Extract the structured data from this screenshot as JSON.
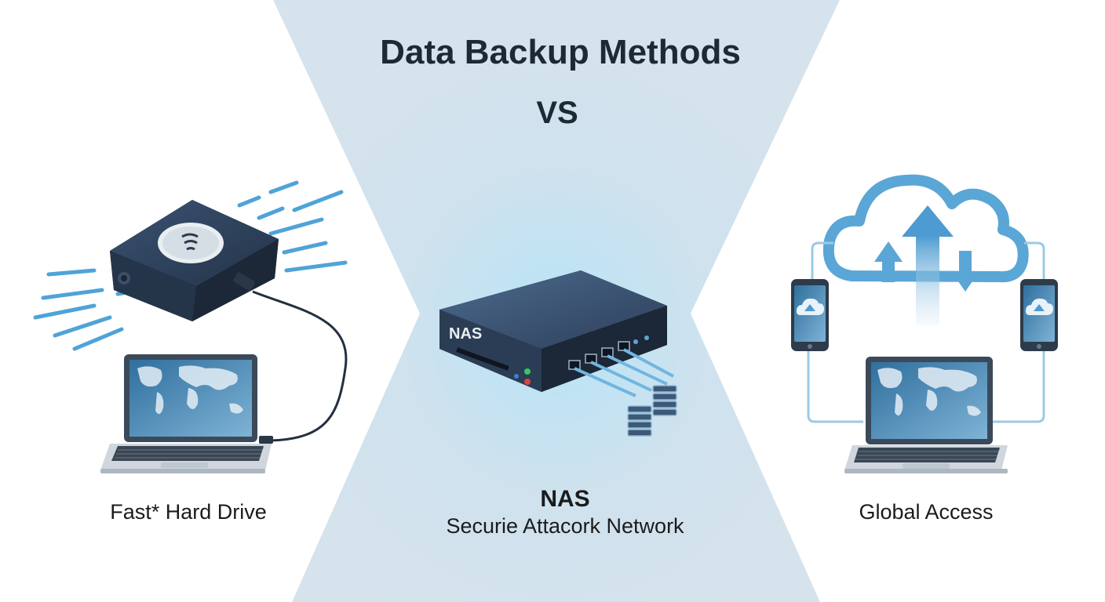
{
  "title": "Data Backup Methods",
  "versus": "VS",
  "panels": {
    "left": {
      "label": "Fast* Hard Drive"
    },
    "middle": {
      "title": "NAS",
      "subtitle": "Securie Attacork Network",
      "device_badge": "NAS"
    },
    "right": {
      "label": "Global Access"
    }
  },
  "colors": {
    "background_center": "#d9e6ef",
    "center_glow": "#aee0f5",
    "device_dark": "#2e4058",
    "accent_blue": "#3f8fc5",
    "line_blue": "#5aa6d6"
  },
  "icons": [
    "external-hard-drive-icon",
    "laptop-icon",
    "nas-device-icon",
    "server-stack-icon",
    "cloud-icon",
    "smartphone-icon",
    "upload-arrow-icon",
    "download-arrow-icon"
  ]
}
